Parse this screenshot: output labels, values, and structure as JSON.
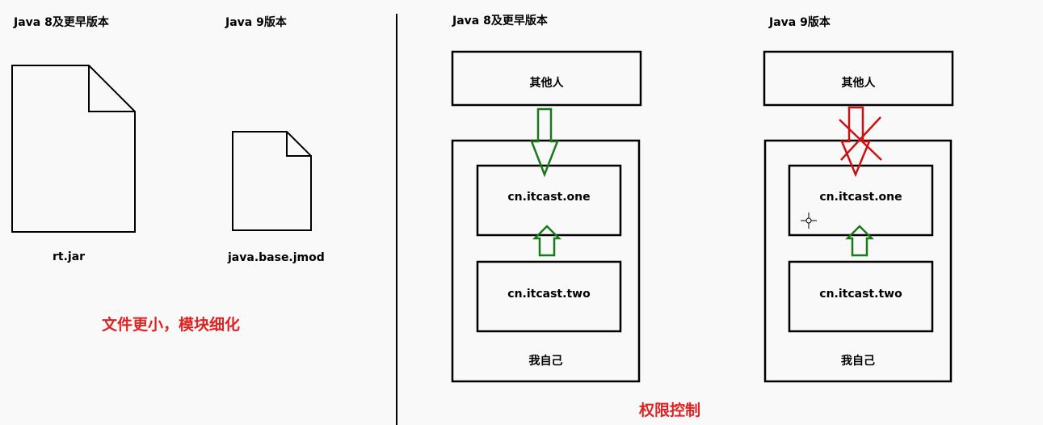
{
  "left_panel": {
    "header_java8": "Java 8及更早版本",
    "header_java9": "Java 9版本",
    "file_java8": "rt.jar",
    "file_java9": "java.base.jmod",
    "summary": "文件更小，模块细化"
  },
  "right_panel": {
    "header_java8": "Java 8及更早版本",
    "header_java9": "Java 9版本",
    "java8": {
      "others": "其他人",
      "pkg_one": "cn.itcast.one",
      "pkg_two": "cn.itcast.two",
      "self": "我自己"
    },
    "java9": {
      "others": "其他人",
      "pkg_one": "cn.itcast.one",
      "pkg_two": "cn.itcast.two",
      "self": "我自己"
    },
    "summary": "权限控制"
  },
  "colors": {
    "allowed_arrow": "#1a7a1a",
    "denied_arrow": "#cc1111",
    "summary_text": "#e02222"
  }
}
